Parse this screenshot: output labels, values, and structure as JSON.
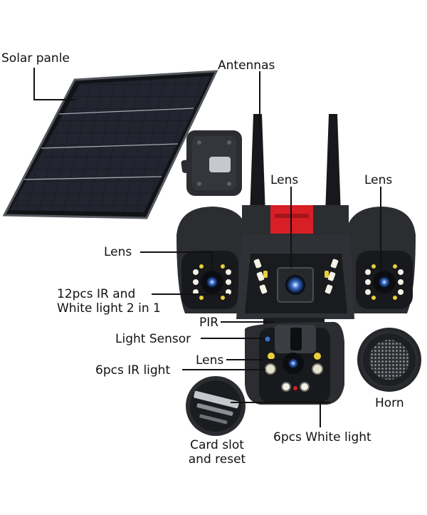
{
  "labels": {
    "solar_panel": "Solar panle",
    "antennas": "Antennas",
    "lens_top_center": "Lens",
    "lens_top_right": "Lens",
    "lens_left": "Lens",
    "ir_white_line1": "12pcs IR and",
    "ir_white_line2": "White light 2 in 1",
    "pir": "PIR",
    "light_sensor": "Light Sensor",
    "lens_bottom": "Lens",
    "ir_light": "6pcs IR light",
    "horn": "Horn",
    "card_slot_line1": "Card slot",
    "card_slot_line2": "and reset",
    "white_light": "6pcs White light"
  },
  "colors": {
    "body": "#2b2d31",
    "dark": "#16171a",
    "accent_red": "#d81f26",
    "led_white": "#f4f1e6",
    "led_yellow": "#e8cf39",
    "lens_blue": "#3a6fd0",
    "panel_cell": "#1b1d22",
    "panel_grid": "#c9ccd2"
  },
  "icons": [
    "solar-panel-icon",
    "camera-body-icon",
    "speaker-horn-icon",
    "sd-card-slot-icon"
  ]
}
